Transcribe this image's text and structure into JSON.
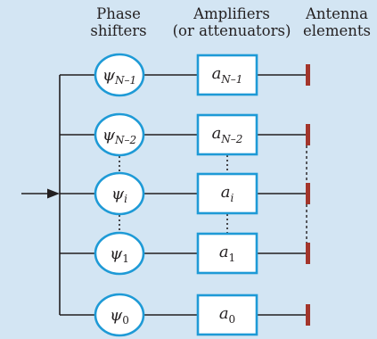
{
  "headers": {
    "phase_line1": "Phase",
    "phase_line2": "shifters",
    "amp_line1": "Amplifiers",
    "amp_line2": "(or attenuators)",
    "ant_line1": "Antenna",
    "ant_line2": "elements"
  },
  "rows": [
    {
      "phase_sym": "ψ",
      "phase_sub": "N–1",
      "amp_sym": "a",
      "amp_sub": "N–1"
    },
    {
      "phase_sym": "ψ",
      "phase_sub": "N–2",
      "amp_sym": "a",
      "amp_sub": "N–2"
    },
    {
      "phase_sym": "ψ",
      "phase_sub": "i",
      "amp_sym": "a",
      "amp_sub": "i"
    },
    {
      "phase_sym": "ψ",
      "phase_sub": "1",
      "amp_sym": "a",
      "amp_sub": "1"
    },
    {
      "phase_sym": "ψ",
      "phase_sub": "0",
      "amp_sym": "a",
      "amp_sub": "0"
    }
  ],
  "colors": {
    "background": "#D3E5F3",
    "block_outline": "#1E9AD6",
    "block_fill": "#FFFFFF",
    "wire": "#231F20",
    "antenna": "#A3352B"
  }
}
